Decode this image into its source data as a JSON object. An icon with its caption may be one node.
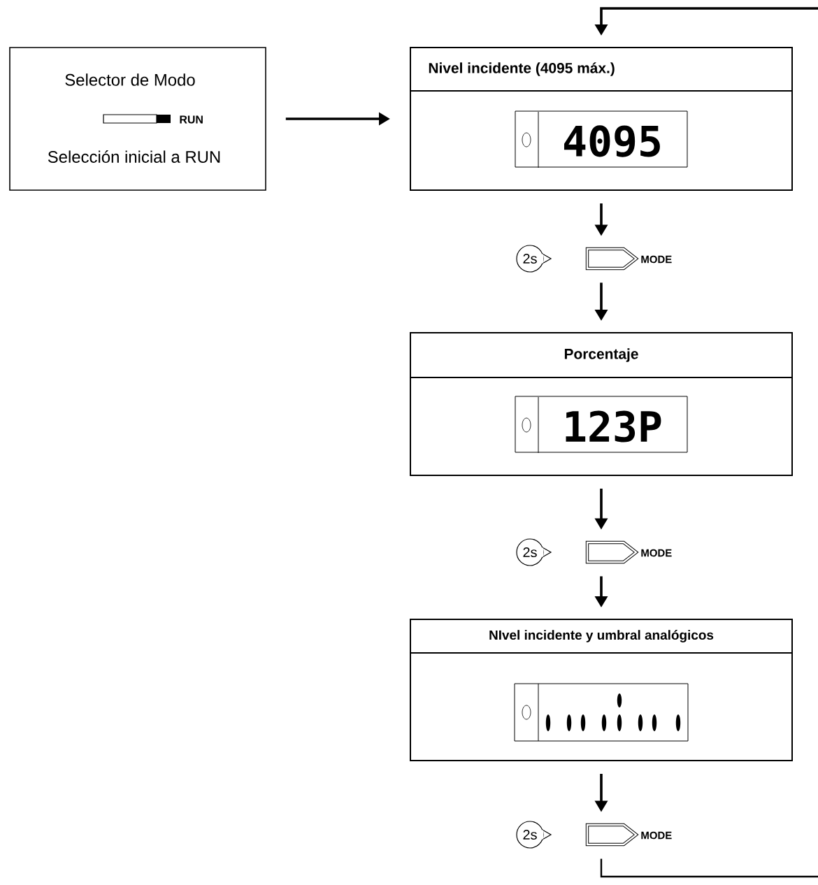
{
  "diagram": {
    "nodes": [
      {
        "text": [
          "Selector de Modo",
          "RUN",
          "Selección inicial a RUN"
        ]
      },
      {
        "text": [
          "Nivel incidente (4095 máx.)"
        ]
      },
      {
        "text": [
          "4095"
        ],
        "in": 1
      },
      {
        "text": [
          "2s"
        ]
      },
      {
        "text": [
          "MODE"
        ]
      },
      {
        "text": [
          "Porcentaje"
        ]
      },
      {
        "text": [
          "123P"
        ],
        "in": 5
      },
      {
        "text": [
          "2s"
        ]
      },
      {
        "text": [
          "MODE"
        ]
      },
      {
        "text": [
          "NIvel incidente y umbral analógicos"
        ]
      },
      {
        "text": [
          "2s"
        ]
      },
      {
        "text": [
          "MODE"
        ]
      }
    ],
    "edges": [
      {
        "from": null,
        "to": 1,
        "arrow": "to"
      },
      {
        "from": 0,
        "to": 1,
        "arrow": "to"
      },
      {
        "from": 1,
        "to": 4,
        "arrow": "to"
      },
      {
        "from": 4,
        "to": 5,
        "arrow": "to"
      },
      {
        "from": 5,
        "to": 8,
        "arrow": "to"
      },
      {
        "from": 8,
        "to": 9,
        "arrow": "to"
      },
      {
        "from": 9,
        "to": 11,
        "arrow": "to"
      },
      {
        "from": 11,
        "to": null,
        "arrow": "none"
      }
    ]
  }
}
